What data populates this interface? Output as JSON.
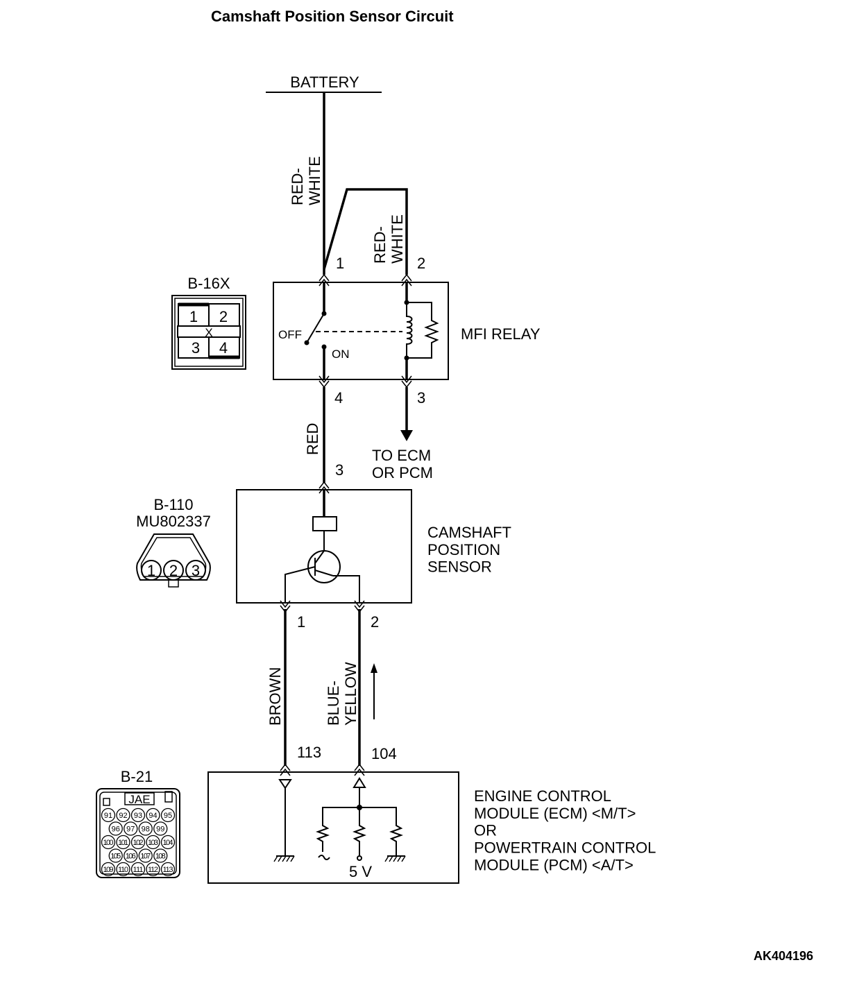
{
  "title": "Camshaft Position Sensor Circuit",
  "figure_id": "AK404196",
  "battery": {
    "label": "BATTERY"
  },
  "wires": {
    "battery_to_relay": "RED-\nWHITE",
    "relay_pin2_feed": "RED-\nWHITE",
    "relay_to_sensor": "RED",
    "sensor_to_ecm_ground": "BROWN",
    "sensor_to_ecm_signal": "BLUE-\nYELLOW"
  },
  "mfi_relay": {
    "label": "MFI RELAY",
    "switch_off": "OFF",
    "switch_on": "ON",
    "pins": {
      "p1": "1",
      "p2": "2",
      "p3": "3",
      "p4": "4"
    },
    "to_ecm": "TO ECM\nOR PCM"
  },
  "sensor": {
    "label": "CAMSHAFT\nPOSITION\nSENSOR",
    "pins": {
      "p1": "1",
      "p2": "2",
      "p3": "3"
    }
  },
  "ecm": {
    "label": "ENGINE CONTROL\nMODULE (ECM) <M/T>\nOR\nPOWERTRAIN CONTROL\nMODULE (PCM) <A/T>",
    "pins": {
      "ground": "113",
      "signal": "104"
    },
    "supply": "5 V"
  },
  "connectors": {
    "b16x": {
      "id": "B-16X",
      "pins": [
        "1",
        "2",
        "3",
        "4"
      ],
      "mark": "X"
    },
    "b110": {
      "id": "B-110",
      "part": "MU802337",
      "pins": [
        "1",
        "2",
        "3"
      ]
    },
    "b21": {
      "id": "B-21",
      "brand": "JAE",
      "rows": [
        [
          "91",
          "92",
          "93",
          "94",
          "95"
        ],
        [
          "96",
          "97",
          "98",
          "99"
        ],
        [
          "100",
          "101",
          "102",
          "103",
          "104"
        ],
        [
          "105",
          "106",
          "107",
          "108"
        ],
        [
          "109",
          "110",
          "111",
          "112",
          "113"
        ]
      ]
    }
  }
}
